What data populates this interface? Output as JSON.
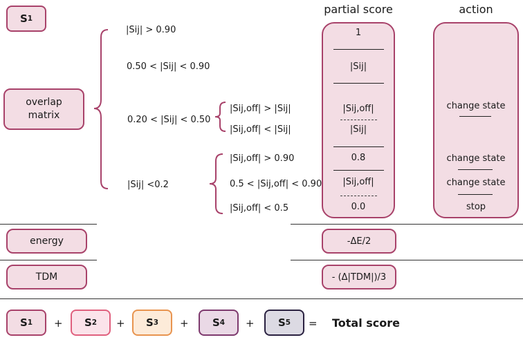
{
  "s1_header": {
    "base": "S",
    "sub": "1"
  },
  "headers": {
    "partial_score": "partial score",
    "action": "action"
  },
  "criteria": {
    "overlap": "overlap matrix",
    "energy": "energy",
    "tdm": "TDM"
  },
  "conditions": {
    "c1": "|Sij| > 0.90",
    "c2": "0.50 < |Sij| < 0.90",
    "c3": "0.20 < |Sij| < 0.50",
    "c3a": "|Sij,off| > |Sij|",
    "c3b": "|Sij,off| < |Sij|",
    "c4": "|Sij| <0.2",
    "c4a": "|Sij,off| > 0.90",
    "c4b": "0.5 < |Sij,off| < 0.90",
    "c4c": "|Sij,off| < 0.5"
  },
  "scores": {
    "one": "1",
    "sij": "|Sij|",
    "sijoff_top": "|Sij,off|",
    "sij_bottom": "|Sij|",
    "v08": "0.8",
    "sijoff_mid": "|Sij,off|",
    "v00": "0.0",
    "energy": "-ΔE/2",
    "tdm": "- (Δ|TDM|)/3"
  },
  "actions": {
    "a1": "change state",
    "a2": "change state",
    "a3": "change state",
    "a4": "stop"
  },
  "total": {
    "terms": [
      {
        "base": "S",
        "sub": "1",
        "color": "#a8426a",
        "fill": "#f3dde4"
      },
      {
        "base": "S",
        "sub": "2",
        "color": "#e0607e",
        "fill": "#fbe3ea"
      },
      {
        "base": "S",
        "sub": "3",
        "color": "#e8944f",
        "fill": "#fdebd9"
      },
      {
        "base": "S",
        "sub": "4",
        "color": "#7e3a6e",
        "fill": "#ead9e6"
      },
      {
        "base": "S",
        "sub": "5",
        "color": "#2a2140",
        "fill": "#dcdae3"
      }
    ],
    "plus": "+",
    "equals": "=",
    "label": "Total score"
  }
}
